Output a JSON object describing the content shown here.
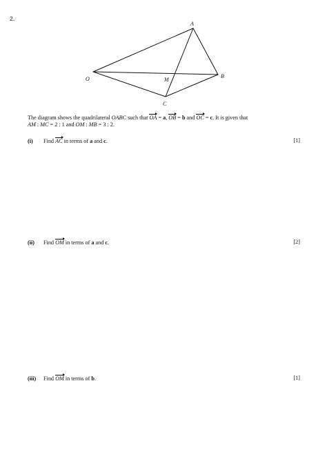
{
  "question_number": "2.",
  "diagram": {
    "labels": {
      "A": "A",
      "B": "B",
      "C": "C",
      "O": "O",
      "M": "M"
    }
  },
  "intro": {
    "line1_part1": "The diagram shows the quadrilateral ",
    "quad": "OABC",
    "line1_part2": " such that ",
    "vec_oa": "OA",
    "eq_a": " = ",
    "a": "a",
    "sep1": ", ",
    "vec_ob": "OB",
    "eq_b": " = ",
    "b": "b",
    "and1": " and ",
    "vec_oc": "OC",
    "eq_c": " = ",
    "c": "c",
    "line1_part3": ". It is given that",
    "ratio1_lhs": "AM",
    "ratio1_colon": " : ",
    "ratio1_rhs": "MC",
    "ratio1_val": " = 2 : 1 and ",
    "ratio2_lhs": "OM",
    "ratio2_colon": " : ",
    "ratio2_rhs": "MB",
    "ratio2_val": " = 3 : 2."
  },
  "parts": [
    {
      "roman": "(i)",
      "find": "Find ",
      "vector": "AC",
      "rest1": " in terms of ",
      "v1": "a",
      "and": " and ",
      "v2": "c",
      "end": ".",
      "marks": "[1]"
    },
    {
      "roman": "(ii)",
      "find": "Find ",
      "vector": "OM",
      "rest1": " in terms of ",
      "v1": "a",
      "and": " and ",
      "v2": "c",
      "end": ".",
      "marks": "[2]"
    },
    {
      "roman": "(iii)",
      "find": "Find ",
      "vector": "OM",
      "rest1": " in terms of ",
      "v1": "b",
      "end": ".",
      "marks": "[1]"
    }
  ]
}
